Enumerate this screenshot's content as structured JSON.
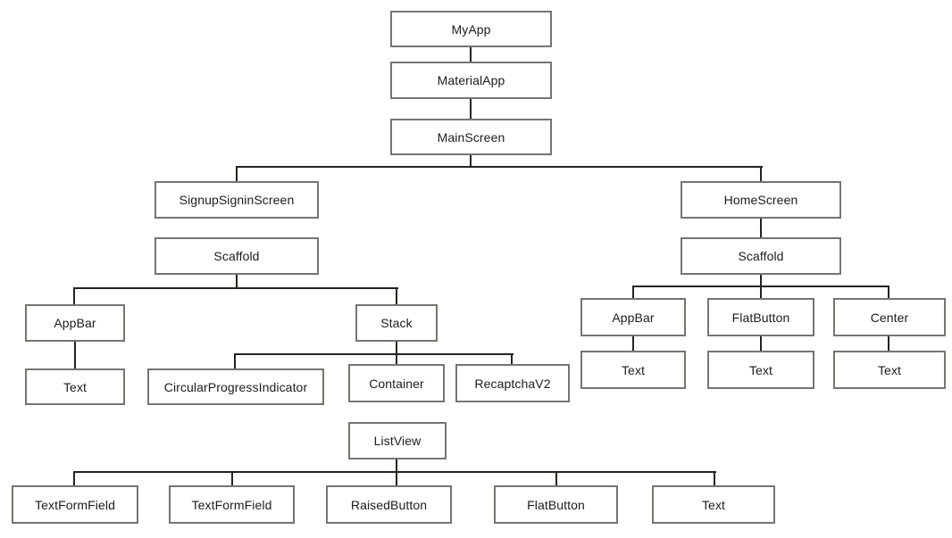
{
  "nodes": {
    "myapp": {
      "label": "MyApp"
    },
    "materialapp": {
      "label": "MaterialApp"
    },
    "mainscreen": {
      "label": "MainScreen"
    },
    "signupsigninscreen": {
      "label": "SignupSigninScreen"
    },
    "homescreen": {
      "label": "HomeScreen"
    },
    "scaffold_left": {
      "label": "Scaffold"
    },
    "scaffold_right": {
      "label": "Scaffold"
    },
    "appbar_left": {
      "label": "AppBar"
    },
    "stack": {
      "label": "Stack"
    },
    "appbar_right": {
      "label": "AppBar"
    },
    "flatbutton_right": {
      "label": "FlatButton"
    },
    "center": {
      "label": "Center"
    },
    "text_appbar_left": {
      "label": "Text"
    },
    "circularprogressindicator": {
      "label": "CircularProgressIndicator"
    },
    "container": {
      "label": "Container"
    },
    "recaptchav2": {
      "label": "RecaptchaV2"
    },
    "text_appbar_right": {
      "label": "Text"
    },
    "text_flatbutton_right": {
      "label": "Text"
    },
    "text_center": {
      "label": "Text"
    },
    "listview": {
      "label": "ListView"
    },
    "textformfield_1": {
      "label": "TextFormField"
    },
    "textformfield_2": {
      "label": "TextFormField"
    },
    "raisedbutton": {
      "label": "RaisedButton"
    },
    "flatbutton_bottom": {
      "label": "FlatButton"
    },
    "text_bottom": {
      "label": "Text"
    }
  },
  "structure": {
    "type": "tree",
    "root": "myapp",
    "edges_drawn": [
      [
        "myapp",
        "materialapp"
      ],
      [
        "materialapp",
        "mainscreen"
      ],
      [
        "mainscreen",
        "signupsigninscreen"
      ],
      [
        "mainscreen",
        "homescreen"
      ],
      [
        "homescreen",
        "scaffold_right"
      ],
      [
        "scaffold_left",
        "appbar_left"
      ],
      [
        "scaffold_left",
        "stack"
      ],
      [
        "appbar_left",
        "text_appbar_left"
      ],
      [
        "stack",
        "circularprogressindicator"
      ],
      [
        "stack",
        "container"
      ],
      [
        "stack",
        "recaptchav2"
      ],
      [
        "scaffold_right",
        "appbar_right"
      ],
      [
        "scaffold_right",
        "flatbutton_right"
      ],
      [
        "scaffold_right",
        "center"
      ],
      [
        "appbar_right",
        "text_appbar_right"
      ],
      [
        "flatbutton_right",
        "text_flatbutton_right"
      ],
      [
        "center",
        "text_center"
      ],
      [
        "listview",
        "textformfield_1"
      ],
      [
        "listview",
        "textformfield_2"
      ],
      [
        "listview",
        "raisedbutton"
      ],
      [
        "listview",
        "flatbutton_bottom"
      ],
      [
        "listview",
        "text_bottom"
      ]
    ],
    "edges_implied_no_line": [
      [
        "signupsigninscreen",
        "scaffold_left"
      ],
      [
        "container",
        "listview"
      ]
    ]
  },
  "colors": {
    "background": "#ffffff",
    "box_border": "#757570",
    "connector_line": "#26221f",
    "label_text": "#1c1c1c"
  }
}
